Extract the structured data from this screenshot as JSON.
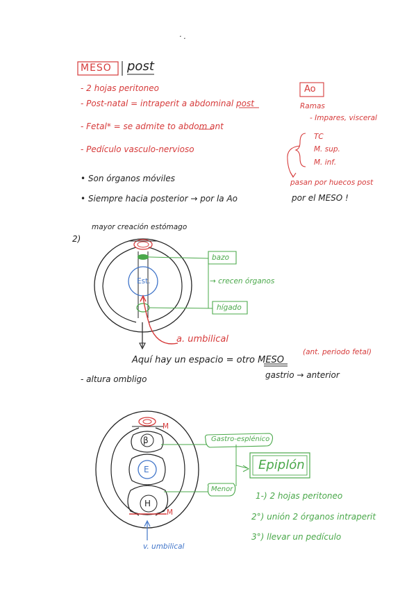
{
  "top_marks": "· .",
  "heading": {
    "boxed": "MESO",
    "rest": "post"
  },
  "left_list": [
    "- 2 hojas peritoneo",
    "- Post-natal = intraperit a abdominal post",
    "- Fetal* = se admite to abdom ant",
    "- Pedículo vasculo-nervioso"
  ],
  "bullets": [
    "• Son órganos móviles",
    "• Siempre hacia posterior → por la Ao"
  ],
  "ao": {
    "box": "Ao",
    "ramas": "Ramas",
    "impares": "- Impares, visceral",
    "branches": [
      "TC",
      "M. sup.",
      "M. inf."
    ],
    "pasan": "pasan por huecos post",
    "por_meso": "por el MESO !"
  },
  "diagram1": {
    "number": "2)",
    "caption": "mayor creación estómago",
    "est": "Est.",
    "bazo": "bazo",
    "crecen": "→ crecen órganos",
    "higado": "hígado",
    "umbilical": "a. umbilical",
    "espacio": "Aquí hay un espacio = otro MESO",
    "ant_periodo": "(ant. periodo fetal)",
    "gastrio": "gastrio → anterior",
    "altura": "- altura ombligo"
  },
  "diagram2": {
    "beta": "β",
    "e": "E",
    "h": "H",
    "m_top": "M",
    "m_bottom": "M",
    "gastro": "Gastro-esplénico",
    "epiplon": "Epiplón",
    "menor": "Menor",
    "points": [
      "1-) 2 hojas peritoneo",
      "2°) unión 2 órganos intraperit",
      "3°) llevar un pedículo"
    ],
    "vena": "v. umbilical"
  }
}
